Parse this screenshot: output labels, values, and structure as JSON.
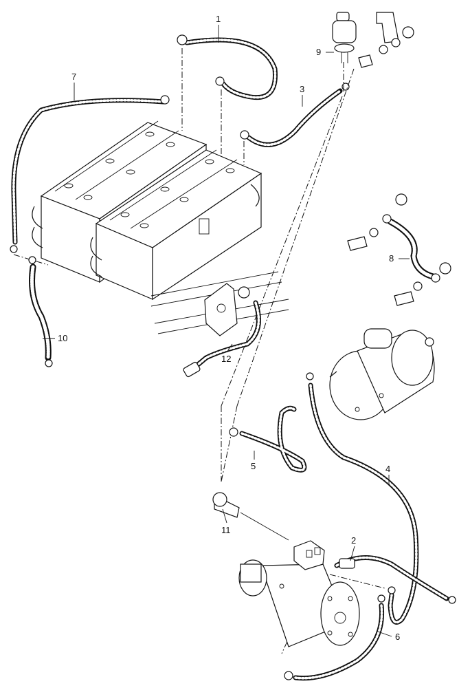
{
  "callouts": {
    "c1": "1",
    "c2": "2",
    "c3": "3",
    "c4": "4",
    "c5": "5",
    "c6": "6",
    "c7": "7",
    "c8": "8",
    "c9": "9",
    "c10": "10",
    "c11": "11",
    "c12": "12"
  },
  "icons": {
    "battery": "battery-icon",
    "starter-motor": "starter-motor-icon",
    "solenoid": "starter-solenoid-icon",
    "disconnect-switch": "battery-disconnect-switch-icon",
    "cable": "battery-cable-icon",
    "ground-strap": "ground-strap-icon",
    "bracket": "mounting-bracket-icon",
    "bolt": "bolt-icon",
    "nut": "nut-icon",
    "washer": "washer-icon"
  },
  "colors": {
    "line": "#111111",
    "background": "#ffffff"
  }
}
